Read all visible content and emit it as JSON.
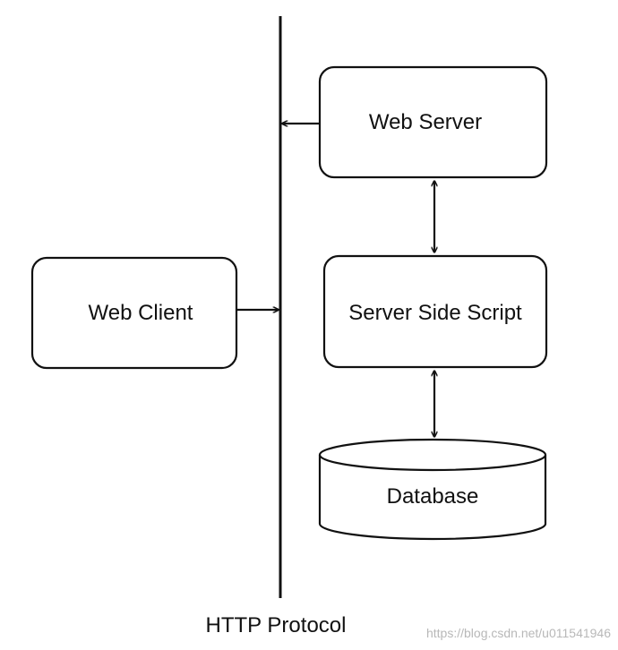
{
  "diagram": {
    "nodes": {
      "web_server": "Web Server",
      "web_client": "Web Client",
      "server_side_script": "Server Side Script",
      "database": "Database"
    },
    "protocol_label": "HTTP Protocol",
    "watermark": "https://blog.csdn.net/u011541946"
  },
  "colors": {
    "stroke": "#111111",
    "background": "#ffffff",
    "watermark": "#b8b8b8"
  }
}
